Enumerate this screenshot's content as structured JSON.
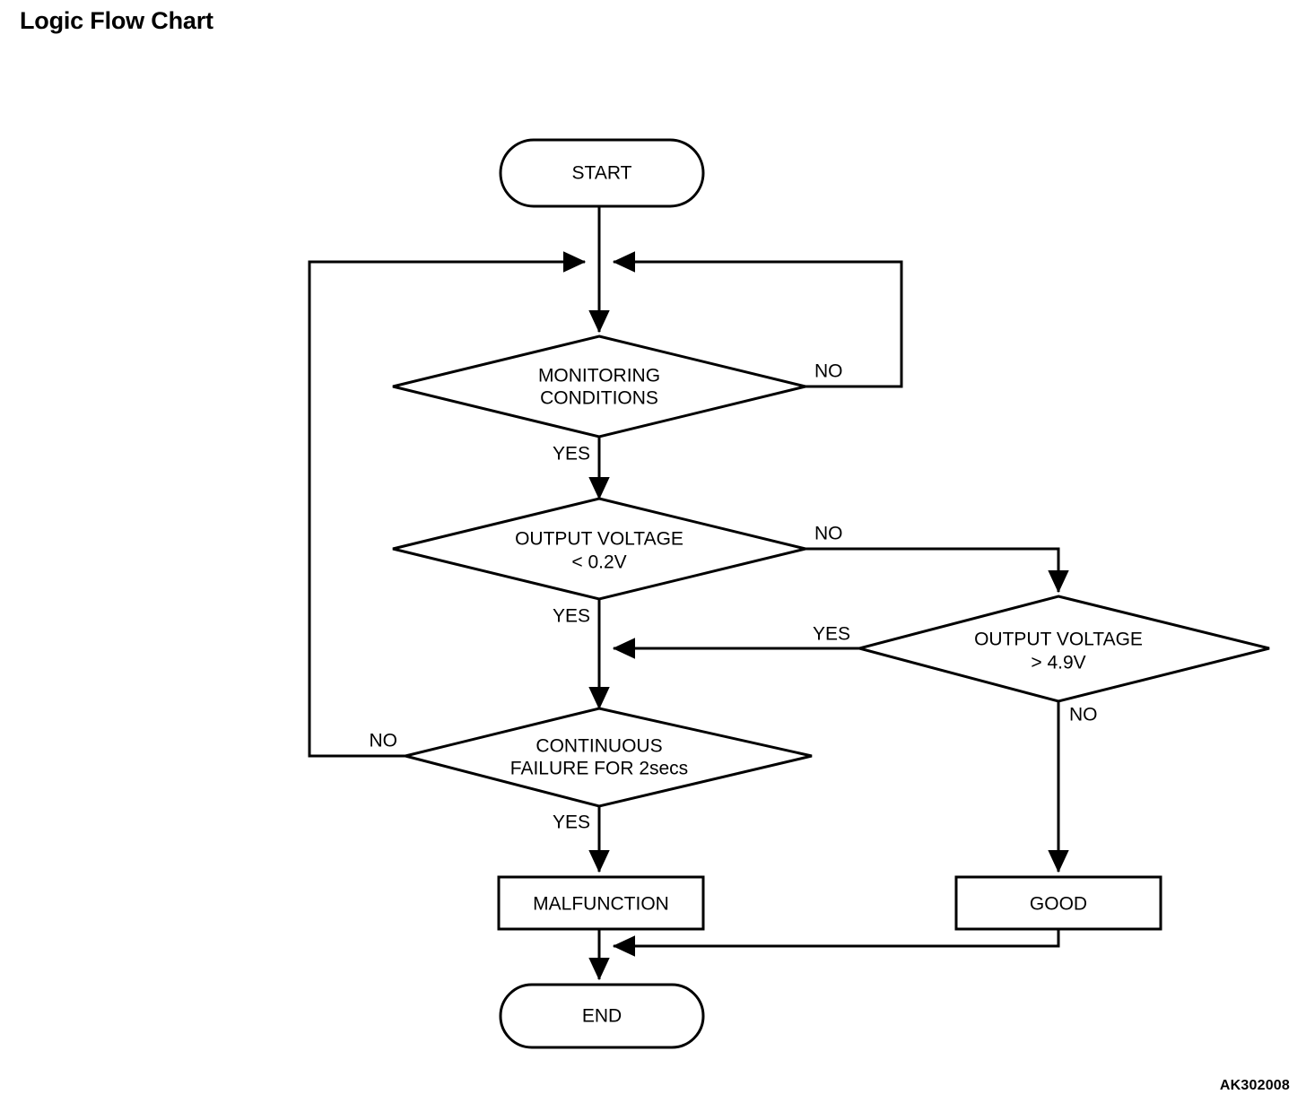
{
  "page": {
    "title": "Logic Flow Chart",
    "watermark": "AK302008"
  },
  "chart_data": {
    "type": "diagram",
    "diagram_kind": "flowchart",
    "title": "Logic Flow Chart",
    "nodes": [
      {
        "id": "start",
        "shape": "terminator",
        "label": "START"
      },
      {
        "id": "monitoring",
        "shape": "decision",
        "label_line1": "MONITORING",
        "label_line2": "CONDITIONS"
      },
      {
        "id": "out_low",
        "shape": "decision",
        "label_line1": "OUTPUT VOLTAGE",
        "label_line2": "< 0.2V"
      },
      {
        "id": "out_high",
        "shape": "decision",
        "label_line1": "OUTPUT VOLTAGE",
        "label_line2": "> 4.9V"
      },
      {
        "id": "cont_fail",
        "shape": "decision",
        "label_line1": "CONTINUOUS",
        "label_line2": "FAILURE FOR 2secs"
      },
      {
        "id": "malfunction",
        "shape": "process",
        "label": "MALFUNCTION"
      },
      {
        "id": "good",
        "shape": "process",
        "label": "GOOD"
      },
      {
        "id": "end",
        "shape": "terminator",
        "label": "END"
      }
    ],
    "edges": [
      {
        "from": "start",
        "to": "monitoring",
        "label": ""
      },
      {
        "from": "monitoring",
        "to": "loop-top",
        "label": "NO"
      },
      {
        "from": "monitoring",
        "to": "out_low",
        "label": "YES"
      },
      {
        "from": "out_low",
        "to": "out_high",
        "label": "NO"
      },
      {
        "from": "out_low",
        "to": "cont_fail",
        "label": "YES"
      },
      {
        "from": "out_high",
        "to": "cont_fail-join",
        "label": "YES"
      },
      {
        "from": "out_high",
        "to": "good",
        "label": "NO"
      },
      {
        "from": "cont_fail",
        "to": "loop-top",
        "label": "NO"
      },
      {
        "from": "cont_fail",
        "to": "malfunction",
        "label": "YES"
      },
      {
        "from": "malfunction",
        "to": "end",
        "label": ""
      },
      {
        "from": "good",
        "to": "end",
        "label": ""
      }
    ]
  },
  "labels": {
    "start": "START",
    "end": "END",
    "malfunction": "MALFUNCTION",
    "good": "GOOD",
    "monitoring_l1": "MONITORING",
    "monitoring_l2": "CONDITIONS",
    "out_low_l1": "OUTPUT VOLTAGE",
    "out_low_l2": "< 0.2V",
    "out_high_l1": "OUTPUT VOLTAGE",
    "out_high_l2": "> 4.9V",
    "cont_fail_l1": "CONTINUOUS",
    "cont_fail_l2": "FAILURE FOR 2secs"
  },
  "branches": {
    "monitoring_no": "NO",
    "monitoring_yes": "YES",
    "out_low_no": "NO",
    "out_low_yes": "YES",
    "out_high_yes": "YES",
    "out_high_no": "NO",
    "cont_fail_no": "NO",
    "cont_fail_yes": "YES"
  },
  "colors": {
    "stroke": "#000000",
    "fill": "#ffffff",
    "text": "#000000"
  }
}
